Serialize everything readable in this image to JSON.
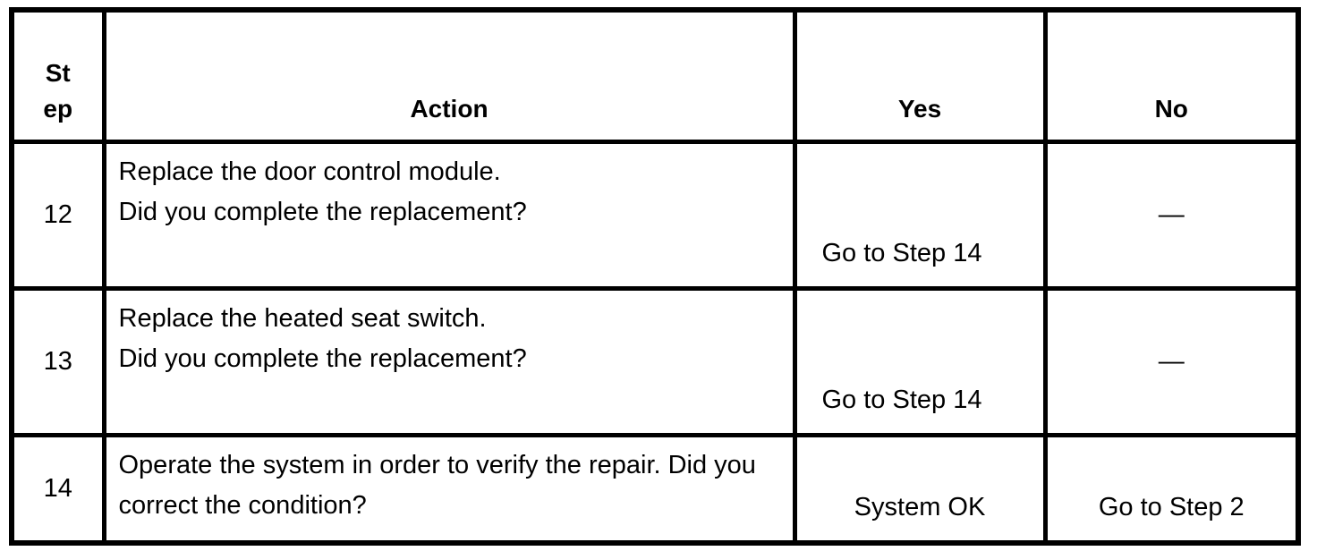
{
  "colors": {
    "border": "#000000",
    "text": "#000000",
    "background": "#ffffff"
  },
  "table": {
    "headers": {
      "step_line1": "St",
      "step_line2": "ep",
      "action": "Action",
      "yes": "Yes",
      "no": "No"
    },
    "rows": [
      {
        "step": "12",
        "action_lines": [
          "Replace the door control module.",
          "Did you complete the replacement?"
        ],
        "yes": "Go to Step 14",
        "no": "—"
      },
      {
        "step": "13",
        "action_lines": [
          "Replace the heated seat switch.",
          "Did you complete the replacement?"
        ],
        "yes": "Go to Step 14",
        "no": "—"
      },
      {
        "step": "14",
        "action_lines": [
          "Operate the system in order to verify the repair. Did you",
          "correct the condition?"
        ],
        "yes": "System OK",
        "no": "Go to Step 2"
      }
    ]
  }
}
